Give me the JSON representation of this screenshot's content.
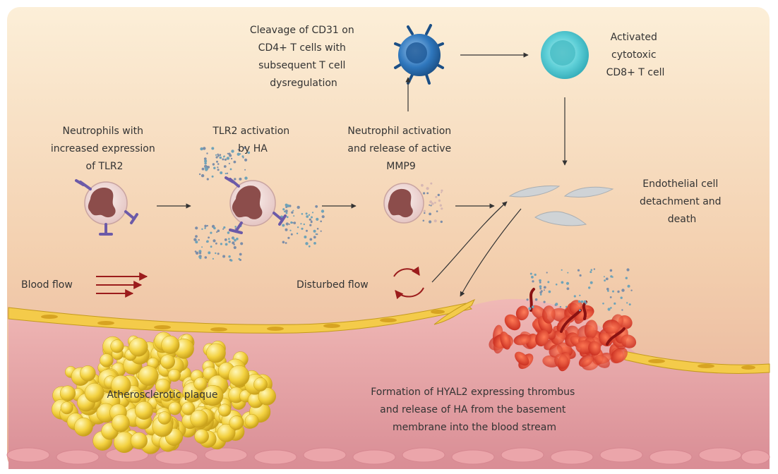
{
  "labels": {
    "cd31_line1": "Cleavage of CD31 on",
    "cd31_line2": "CD4+ T cells with",
    "cd31_line3": "subsequent T cell",
    "cd31_line4": "dysregulation",
    "cd8_line1": "Activated",
    "cd8_line2": "cytotoxic",
    "cd8_line3": "CD8+ T cell",
    "neut_line1": "Neutrophils with",
    "neut_line2": "increased expression",
    "neut_line3": "of TLR2",
    "tlr2_line1": "TLR2 activation",
    "tlr2_line2": "by HA",
    "mmp9_line1": "Neutrophil activation",
    "mmp9_line2": "and release of active",
    "mmp9_line3": "MMP9",
    "endo_line1": "Endothelial cell",
    "endo_line2": "detachment and",
    "endo_line3": "death",
    "blood_flow": "Blood flow",
    "disturbed_flow": "Disturbed flow",
    "plaque": "Atherosclerotic plaque",
    "thrombus_line1": "Formation of HYAL2 expressing thrombus",
    "thrombus_line2": "and release of HA from the basement",
    "thrombus_line3": "membrane  into the blood stream"
  },
  "colors": {
    "bg_top": "#fbe9cf",
    "bg_bottom": "#e8b29a",
    "vessel_wall": "#e2a0a3",
    "endothelium": "#f2c94c",
    "plaque": "#f5d547",
    "clot": "#d83a2a",
    "flow_arrow": "#9b1c1c",
    "tcell_cd4": "#2b6fb0",
    "tcell_cd8": "#6fd3d8",
    "receptor": "#6c5aa8",
    "text": "#333333"
  }
}
